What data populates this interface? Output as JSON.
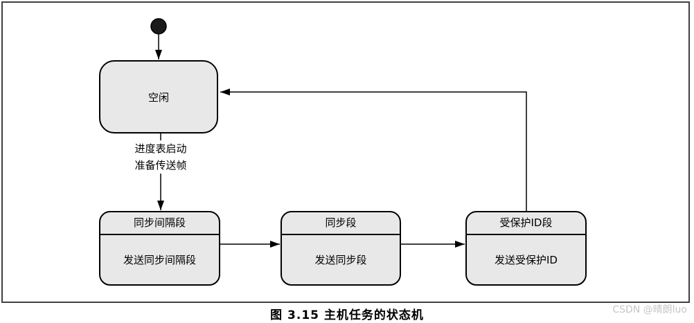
{
  "diagram": {
    "states": {
      "idle": {
        "label": "空闲"
      },
      "segments": [
        {
          "title": "同步间隔段",
          "body": "发送同步间隔段"
        },
        {
          "title": "同步段",
          "body": "发送同步段"
        },
        {
          "title": "受保护ID段",
          "body": "发送受保护ID"
        }
      ]
    },
    "transitions": {
      "idle_to_sync_break": {
        "label_line1": "进度表启动",
        "label_line2": "准备传送帧"
      }
    },
    "colors": {
      "state_fill": "#e8e8e8",
      "state_border": "#000000",
      "connector": "#000000",
      "frame_border": "#3f3f3f",
      "watermark": "#c6c6c6"
    }
  },
  "caption": "图 3.15  主机任务的状态机",
  "watermark": "CSDN @晴朗luo"
}
